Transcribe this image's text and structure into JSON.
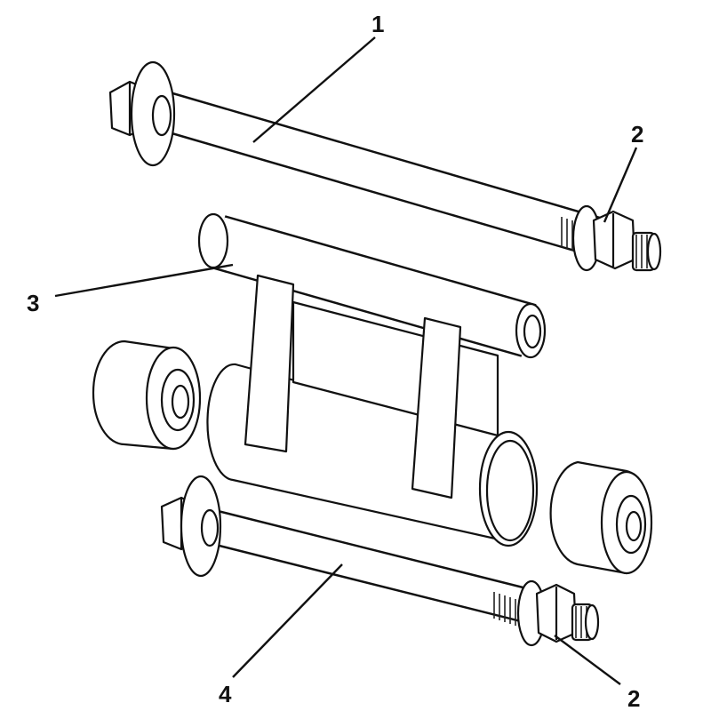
{
  "diagram": {
    "callouts": [
      {
        "id": "bolt-upper",
        "label": "1"
      },
      {
        "id": "nut-upper",
        "label": "2"
      },
      {
        "id": "bracket-tube",
        "label": "3"
      },
      {
        "id": "bolt-lower",
        "label": "4"
      },
      {
        "id": "nut-lower",
        "label": "2"
      }
    ]
  }
}
